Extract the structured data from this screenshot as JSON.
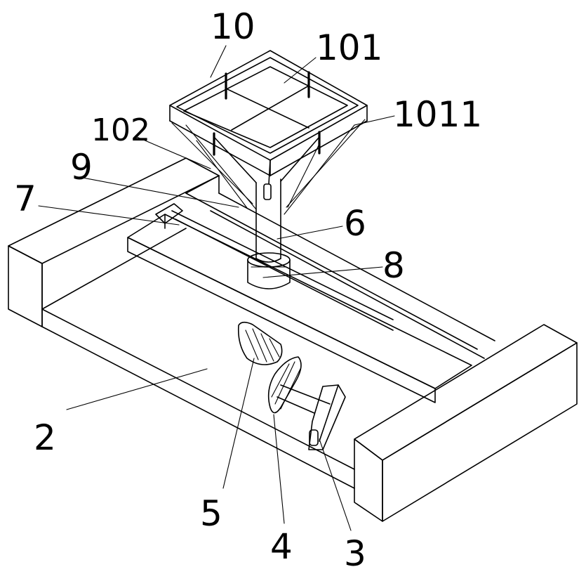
{
  "labels": {
    "l10": "10",
    "l101": "101",
    "l1011": "1011",
    "l102": "102",
    "l9": "9",
    "l7": "7",
    "l6": "6",
    "l8": "8",
    "l2": "2",
    "l5": "5",
    "l4": "4",
    "l3": "3"
  },
  "colors": {
    "line": "#000000",
    "background": "#ffffff"
  }
}
